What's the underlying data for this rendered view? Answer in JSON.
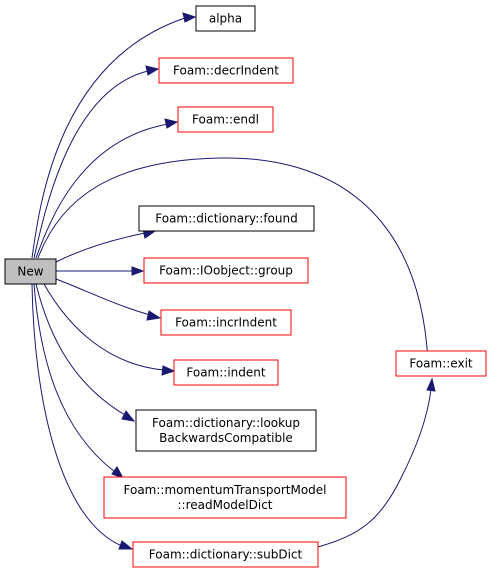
{
  "graph": {
    "source": {
      "id": "new",
      "label": "New",
      "fill": "#bfbfbf",
      "border": "#000000"
    },
    "targets": [
      {
        "id": "alpha",
        "lines": [
          "alpha"
        ],
        "border": "#000000"
      },
      {
        "id": "decr_indent",
        "lines": [
          "Foam::decrIndent"
        ],
        "border": "#ff0000"
      },
      {
        "id": "endl",
        "lines": [
          "Foam::endl"
        ],
        "border": "#ff0000"
      },
      {
        "id": "found",
        "lines": [
          "Foam::dictionary::found"
        ],
        "border": "#000000"
      },
      {
        "id": "group",
        "lines": [
          "Foam::IOobject::group"
        ],
        "border": "#ff0000"
      },
      {
        "id": "incr_indent",
        "lines": [
          "Foam::incrIndent"
        ],
        "border": "#ff0000"
      },
      {
        "id": "indent",
        "lines": [
          "Foam::indent"
        ],
        "border": "#ff0000"
      },
      {
        "id": "lookup",
        "lines": [
          "Foam::dictionary::lookup",
          "BackwardsCompatible"
        ],
        "border": "#000000"
      },
      {
        "id": "read_model_dict",
        "lines": [
          "Foam::momentumTransportModel",
          "::readModelDict"
        ],
        "border": "#ff0000"
      },
      {
        "id": "sub_dict",
        "lines": [
          "Foam::dictionary::subDict"
        ],
        "border": "#ff0000"
      },
      {
        "id": "exit",
        "lines": [
          "Foam::exit"
        ],
        "border": "#ff0000"
      }
    ],
    "edges": [
      {
        "from": "new",
        "to": "alpha"
      },
      {
        "from": "new",
        "to": "decr_indent"
      },
      {
        "from": "new",
        "to": "endl"
      },
      {
        "from": "new",
        "to": "exit"
      },
      {
        "from": "new",
        "to": "found"
      },
      {
        "from": "new",
        "to": "group"
      },
      {
        "from": "new",
        "to": "incr_indent"
      },
      {
        "from": "new",
        "to": "indent"
      },
      {
        "from": "new",
        "to": "lookup"
      },
      {
        "from": "new",
        "to": "read_model_dict"
      },
      {
        "from": "new",
        "to": "sub_dict"
      },
      {
        "from": "sub_dict",
        "to": "exit"
      }
    ],
    "edge_color": "#191970"
  }
}
